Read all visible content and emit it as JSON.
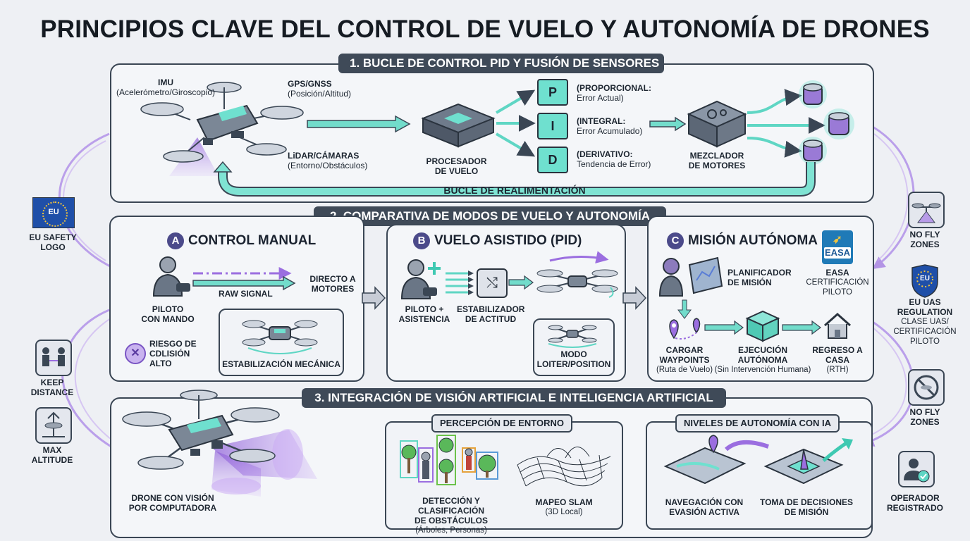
{
  "title": "PRINCIPIOS CLAVE DEL CONTROL DE VUELO Y AUTONOMÍA DE DRONES",
  "section1": {
    "header": "1. BUCLE DE CONTROL PID Y FUSIÓN DE SENSORES",
    "imu_title": "IMU",
    "imu_sub": "(Acelerómetro/Giroscopio)",
    "gps_title": "GPS/GNSS",
    "gps_sub": "(Posición/Altitud)",
    "lidar_title": "LiDAR/CÁMARAS",
    "lidar_sub": "(Entorno/Obstáculos)",
    "processor_l1": "PROCESADOR",
    "processor_l2": "DE VUELO",
    "p_letter": "P",
    "i_letter": "I",
    "d_letter": "D",
    "p_title": "(PROPORCIONAL:",
    "p_sub": "Error Actual)",
    "i_title": "(INTEGRAL:",
    "i_sub": "Error Acumulado)",
    "d_title": "(DERIVATIVO:",
    "d_sub": "Tendencia de Error)",
    "mixer_l1": "MEZCLADOR",
    "mixer_l2": "DE MOTORES",
    "feedback": "BUCLE DE REALIMENTACIÓN"
  },
  "section2": {
    "header": "2. COMPARATIVA DE MODOS DE VUELO Y AUTONOMÍA",
    "a": {
      "badge": "A",
      "title": "CONTROL MANUAL",
      "pilot_l1": "PILOTO",
      "pilot_l2": "CON MANDO",
      "raw_signal": "RAW SIGNAL",
      "direct_l1": "DIRECTO A",
      "direct_l2": "MOTORES",
      "risk_l1": "RIESGO DE",
      "risk_l2": "CDLISIÓN",
      "risk_l3": "ALTO",
      "stab": "ESTABILIZACIÓN MECÁNICA"
    },
    "b": {
      "badge": "B",
      "title": "VUELO ASISTIDO (PID)",
      "pilot_l1": "PILOTO +",
      "pilot_l2": "ASISTENCIA",
      "stab_l1": "ESTABILIZADOR",
      "stab_l2": "DE ACTITUD",
      "mode_l1": "MODO",
      "mode_l2": "LOITER/POSITION"
    },
    "c": {
      "badge": "C",
      "title": "MISIÓN AUTÓNOMA",
      "planner_l1": "PLANIFICADOR",
      "planner_l2": "DE MISIÓN",
      "easa_logo": "EASA",
      "easa_l1": "EASA",
      "easa_l2": "CERTIFICACIÓN",
      "easa_l3": "PILOTO",
      "wp_l1": "CARGAR",
      "wp_l2": "WAYPOINTS",
      "wp_sub": "(Ruta de Vuelo)",
      "exec_l1": "EJECUCIÓN",
      "exec_l2": "AUTÓNOMA",
      "exec_sub": "(Sin Intervención Humana)",
      "rth_l1": "REGRESO A",
      "rth_l2": "CASA",
      "rth_sub": "(RTH)"
    }
  },
  "section3": {
    "header": "3. INTEGRACIÓN DE VISIÓN ARTIFICIAL E INTELIGENCIA ARTIFICIAL",
    "drone_l1": "DRONE CON VISIÓN",
    "drone_l2": "POR COMPUTADORA",
    "perception_head": "PERCEPCIÓN DE ENTORNO",
    "detect_l1": "DETECCIÓN Y CLASIFICACIÓN",
    "detect_l2": "DE OBSTÁCULOS",
    "detect_sub": "(Árboles, Personas)",
    "slam_l1": "MAPEO SLAM",
    "slam_sub": "(3D Local)",
    "levels_head": "NIVELES DE AUTONOMÍA CON IA",
    "nav_l1": "NAVEGACIÓN CON",
    "nav_l2": "EVASIÓN ACTIVA",
    "decision_l1": "TOMA DE DECISIONES",
    "decision_l2": "DE MISIÓN"
  },
  "left": {
    "eu_flag_text": "EU",
    "eu_l1": "EU SAFETY",
    "eu_l2": "LOGO",
    "keep_l1": "KEEP",
    "keep_l2": "DISTANCE",
    "max_l1": "MAX",
    "max_l2": "ALTITUDE"
  },
  "right": {
    "nfz1_l1": "NO FLY",
    "nfz1_l2": "ZONES",
    "eu_shield_text": "EU",
    "uas_l1": "EU UAS",
    "uas_l2": "REGULATION",
    "uas_sub1": "CLASE UAS/",
    "uas_sub2": "CERTIFICACIÓN",
    "uas_sub3": "PILOTO",
    "nfz2_l1": "NO FLY",
    "nfz2_l2": "ZONES",
    "op_l1": "OPERADOR",
    "op_l2": "REGISTRADO"
  },
  "colors": {
    "accent_teal": "#5fd6c4",
    "accent_purple": "#9b6ee0",
    "panel_border": "#3a4654",
    "header_bar": "#3f4a58"
  }
}
